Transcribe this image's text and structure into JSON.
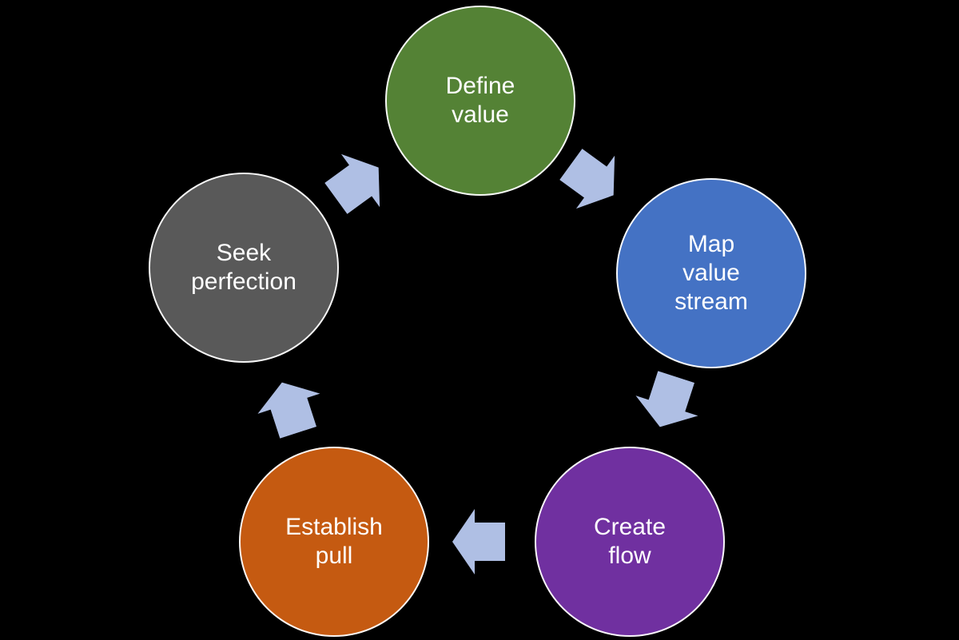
{
  "diagram": {
    "type": "cycle",
    "background_color": "#000000",
    "arrow_color": "#afbfe4",
    "text_color": "#ffffff",
    "circle_border_color": "#ffffff",
    "steps": [
      {
        "id": "define-value",
        "label": "Define\nvalue",
        "color": "#548235"
      },
      {
        "id": "map-value-stream",
        "label": "Map\nvalue\nstream",
        "color": "#4472c4"
      },
      {
        "id": "create-flow",
        "label": "Create\nflow",
        "color": "#7030a0"
      },
      {
        "id": "establish-pull",
        "label": "Establish\npull",
        "color": "#c55a11"
      },
      {
        "id": "seek-perfection",
        "label": "Seek\nperfection",
        "color": "#595959"
      }
    ],
    "arrows": [
      {
        "from": "define-value",
        "to": "map-value-stream"
      },
      {
        "from": "map-value-stream",
        "to": "create-flow"
      },
      {
        "from": "create-flow",
        "to": "establish-pull"
      },
      {
        "from": "establish-pull",
        "to": "seek-perfection"
      },
      {
        "from": "seek-perfection",
        "to": "define-value"
      }
    ]
  }
}
